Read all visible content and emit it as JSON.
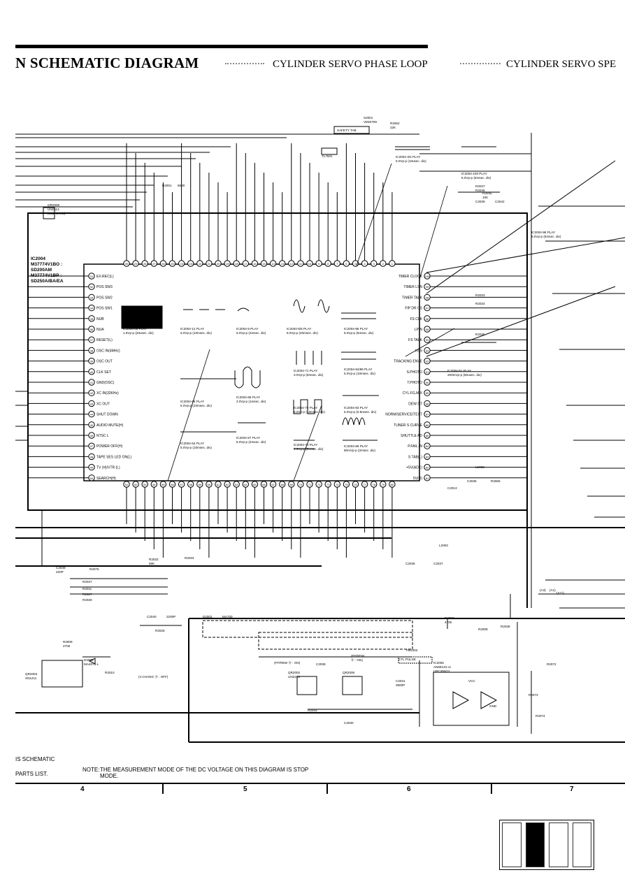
{
  "header": {
    "title": "N SCHEMATIC DIAGRAM",
    "subtitle_1": "CYLINDER SERVO PHASE LOOP",
    "subtitle_2": "CYLINDER SERVO SPE"
  },
  "ic_main": {
    "ref": "IC2004",
    "parts": [
      "M37774V1BO :",
      "SD200AM",
      "M37774V1BP :",
      "SD250A/BA/EA"
    ]
  },
  "left_pins": [
    {
      "n": "31",
      "label": "EX.REC(L)"
    },
    {
      "n": "32",
      "label": "POS SW3"
    },
    {
      "n": "33",
      "label": "POS SW2"
    },
    {
      "n": "34",
      "label": "POS SW1"
    },
    {
      "n": "35",
      "label": "NUB"
    },
    {
      "n": "36",
      "label": "NUA"
    },
    {
      "n": "37",
      "label": "RESET(L)"
    },
    {
      "n": "38",
      "label": "OSC IN(4MHz)"
    },
    {
      "n": "39",
      "label": "OSC OUT"
    },
    {
      "n": "40",
      "label": "CLK SET"
    },
    {
      "n": "41",
      "label": "GND(OSC)"
    },
    {
      "n": "42",
      "label": "XC IN(32KHz)"
    },
    {
      "n": "43",
      "label": "XC OUT"
    },
    {
      "n": "44",
      "label": "SHUT DOWN"
    },
    {
      "n": "45",
      "label": "AUDIO MUTE(H)"
    },
    {
      "n": "46",
      "label": "NTSC L"
    },
    {
      "n": "47",
      "label": "POWER OFF(H)"
    },
    {
      "n": "48",
      "label": "TAPE SES LED ON(L)"
    },
    {
      "n": "49",
      "label": "TV (H)/VTR (L)"
    },
    {
      "n": "50",
      "label": "SEARCH(H)"
    }
  ],
  "right_pins": [
    {
      "n": "100",
      "label": "TIMER CLOCK"
    },
    {
      "n": "99",
      "label": "TIMER LSN"
    },
    {
      "n": "98",
      "label": "TIMER TALK"
    },
    {
      "n": "97",
      "label": "FIP DR CS"
    },
    {
      "n": "96",
      "label": "FS CLK"
    },
    {
      "n": "95",
      "label": "LPIN"
    },
    {
      "n": "94",
      "label": "FS TALK"
    },
    {
      "n": "93",
      "label": "HSS"
    },
    {
      "n": "92",
      "label": "TRACKING ENVE"
    },
    {
      "n": "91",
      "label": "S.PHOTO"
    },
    {
      "n": "90",
      "label": "T.PHOTO"
    },
    {
      "n": "89",
      "label": "CYL.FG.MIX"
    },
    {
      "n": "88",
      "label": "DEW DT"
    },
    {
      "n": "87",
      "label": "NORM/SERVICE/TEST"
    },
    {
      "n": "86",
      "label": "TUNER S CURVE"
    },
    {
      "n": "85",
      "label": "SHUTTLE AD"
    },
    {
      "n": "84",
      "label": "P.FAIL.IN"
    },
    {
      "n": "83",
      "label": "S TAB(L)"
    },
    {
      "n": "82",
      "label": "+5V(ADC)"
    },
    {
      "n": "81",
      "label": "5V(D)"
    }
  ],
  "top_pins": [
    "30",
    "29",
    "28",
    "27",
    "26",
    "25",
    "24",
    "23",
    "22",
    "21",
    "20",
    "19",
    "18",
    "17",
    "16",
    "15",
    "14",
    "13",
    "12",
    "11",
    "10",
    "9",
    "8",
    "7",
    "6",
    "5",
    "4",
    "3",
    "2",
    "1"
  ],
  "bottom_pins": [
    "51",
    "52",
    "53",
    "54",
    "55",
    "56",
    "57",
    "58",
    "59",
    "60",
    "61",
    "62",
    "63",
    "64",
    "65",
    "66",
    "67",
    "68",
    "69",
    "70",
    "71",
    "72",
    "73",
    "74",
    "75",
    "76",
    "77",
    "78",
    "79",
    "80"
  ],
  "scope_notes": [
    {
      "id": "w1",
      "l1": "IC2004-3/4 PLAY",
      "l2": "5.0Vp-p (10usec. div)"
    },
    {
      "id": "w2",
      "l1": "IC2004-100 PLAY",
      "l2": "5.0Vp-p (5msec. div)"
    },
    {
      "id": "w3",
      "l1": "IC2004-98 PLAY",
      "l2": "5.0Vp-p (5msec. div)"
    },
    {
      "id": "w4",
      "l1": "IC2004-38 PLAY",
      "l2": "1.6Vp-p (20usec. div)"
    },
    {
      "id": "w5",
      "l1": "IC2004-12 PLAY",
      "l2": "5.0Vp-p (10msec. div)"
    },
    {
      "id": "w6",
      "l1": "IC2004-5 PLAY",
      "l2": "5.0Vp-p (2msec. div)"
    },
    {
      "id": "w7",
      "l1": "IC2004-5/6 PLAY",
      "l2": "8.0Vp-p (20msec. div)"
    },
    {
      "id": "w8",
      "l1": "IC2004-96 PLAY",
      "l2": "5.0Vp-p (5msec. div)"
    },
    {
      "id": "w9",
      "l1": "IC2004-71 PLAY",
      "l2": "3.0Vp-p (5msec. div)"
    },
    {
      "id": "w10",
      "l1": "IC2004-94/96 PLAY",
      "l2": "5.0Vp-p (10msec. div)"
    },
    {
      "id": "w11",
      "l1": "IC2004-91 PLAY",
      "l2": "200mVp-p (50usec. div)"
    },
    {
      "id": "w12",
      "l1": "IC2004-66 PLAY",
      "l2": "5.0Vp-p (10msec. div)"
    },
    {
      "id": "w13",
      "l1": "IC2004-68 PLAY",
      "l2": "2.0Vp-p (1msec. div)"
    },
    {
      "id": "w14",
      "l1": "IC2004-72 PLAY",
      "l2": "3.0Vp-p (10msec. div)"
    },
    {
      "id": "w15",
      "l1": "IC2004-83 PLAY",
      "l2": "5.0Vp-p (0.5msec. div)"
    },
    {
      "id": "w16",
      "l1": "IC2004-54 PLAY",
      "l2": "5.0Vp-p (10msec. div)"
    },
    {
      "id": "w17",
      "l1": "IC2004-67 PLAY",
      "l2": "5.0Vp-p (2msec. div)"
    },
    {
      "id": "w18",
      "l1": "IC2004-70 PLAY",
      "l2": "3.5Vp-p (5msec. div)"
    },
    {
      "id": "w19",
      "l1": "IC2004-86 PLAY",
      "l2": "80mVp-p (2msec. div)"
    }
  ],
  "components": [
    {
      "id": "c1",
      "label": "S2001"
    },
    {
      "id": "c2",
      "label": "VE50709"
    },
    {
      "id": "c3",
      "label": "SAFETY TAB"
    },
    {
      "id": "c4",
      "label": "R2062"
    },
    {
      "id": "c5",
      "label": "22K"
    },
    {
      "id": "c6",
      "label": "QR2005"
    },
    {
      "id": "c7",
      "label": "UN2113"
    },
    {
      "id": "c8",
      "label": "(CUL CTRL)"
    },
    {
      "id": "c9",
      "label": "R2001"
    },
    {
      "id": "c10",
      "label": "5600"
    },
    {
      "id": "c11",
      "label": "TL7501"
    },
    {
      "id": "c12",
      "label": "R2045"
    },
    {
      "id": "c13",
      "label": "10K"
    },
    {
      "id": "c14",
      "label": "R2047"
    },
    {
      "id": "c15",
      "label": "R2046"
    },
    {
      "id": "c16",
      "label": "C2039"
    },
    {
      "id": "c17",
      "label": "C2042"
    },
    {
      "id": "c18",
      "label": "R2033"
    },
    {
      "id": "c19",
      "label": "R2034"
    },
    {
      "id": "c20",
      "label": "R2035"
    },
    {
      "id": "c21",
      "label": "L2002"
    },
    {
      "id": "c22",
      "label": "C2013"
    },
    {
      "id": "c23",
      "label": "C2035"
    },
    {
      "id": "c24",
      "label": "R2065"
    },
    {
      "id": "c25",
      "label": "L2003"
    },
    {
      "id": "c26",
      "label": "C2036"
    },
    {
      "id": "c27",
      "label": "C2037"
    },
    {
      "id": "c28",
      "label": "R2032"
    },
    {
      "id": "c29",
      "label": "56K"
    },
    {
      "id": "c30",
      "label": "R2034"
    },
    {
      "id": "c31",
      "label": "C2049"
    },
    {
      "id": "c32",
      "label": "220P"
    },
    {
      "id": "c33",
      "label": "R2075"
    },
    {
      "id": "c34",
      "label": "R2037"
    },
    {
      "id": "c35",
      "label": "R2011"
    },
    {
      "id": "c36",
      "label": "R2027"
    },
    {
      "id": "c37",
      "label": "R2028"
    },
    {
      "id": "c38",
      "label": "C2040"
    },
    {
      "id": "c39",
      "label": "2200P"
    },
    {
      "id": "c40",
      "label": "R2025"
    },
    {
      "id": "c41",
      "label": "D2002"
    },
    {
      "id": "c42",
      "label": "MA700"
    },
    {
      "id": "c43",
      "label": "R2009"
    },
    {
      "id": "c44",
      "label": "2700"
    },
    {
      "id": "c45",
      "label": "D2005"
    },
    {
      "id": "c46",
      "label": "MA4075-L"
    },
    {
      "id": "c47",
      "label": "QR2003"
    },
    {
      "id": "c48",
      "label": "XN1211"
    },
    {
      "id": "c49",
      "label": "R2010"
    },
    {
      "id": "c50",
      "label": "QR2002"
    },
    {
      "id": "c51",
      "label": "UN2213"
    },
    {
      "id": "c52",
      "label": "QR2006"
    },
    {
      "id": "c53",
      "label": "C2038"
    },
    {
      "id": "c54",
      "label": "C2031"
    },
    {
      "id": "c55",
      "label": "3900P"
    },
    {
      "id": "c56",
      "label": "R2043"
    },
    {
      "id": "c57",
      "label": "C2030"
    },
    {
      "id": "c58",
      "label": "R2007"
    },
    {
      "id": "c59",
      "label": "4700"
    },
    {
      "id": "c60",
      "label": "R2008"
    },
    {
      "id": "c61",
      "label": "R2038"
    },
    {
      "id": "c62",
      "label": "TW2002"
    },
    {
      "id": "c63",
      "label": "CTL PULSE"
    },
    {
      "id": "c64",
      "label": "IC2005"
    },
    {
      "id": "c65",
      "label": "AN6914S or"
    },
    {
      "id": "c66",
      "label": "UPC393G2"
    },
    {
      "id": "c67",
      "label": "R2072"
    },
    {
      "id": "c68",
      "label": "R2073"
    },
    {
      "id": "c69",
      "label": "R2074"
    },
    {
      "id": "c70",
      "label": "VCC"
    },
    {
      "id": "c71",
      "label": "GND"
    },
    {
      "id": "c72",
      "label": "(FF/REW Ⓢ : ON)"
    },
    {
      "id": "c73",
      "label": "(FF/REW"
    },
    {
      "id": "c74",
      "label": "Ⓢ : ON)"
    },
    {
      "id": "c75",
      "label": "(V.CHANG Ⓢ : OFF)"
    },
    {
      "id": "c76",
      "label": "(A3)"
    },
    {
      "id": "c77",
      "label": "(A1)"
    },
    {
      "id": "c78",
      "label": "(A11)"
    }
  ],
  "footer": {
    "note_a": "IS SCHEMATIC",
    "note_b": "PARTS LIST.",
    "note_prefix": "NOTE:",
    "note_line1": "THE MEASUREMENT MODE OF THE DC VOLTAGE ON THIS DIAGRAM IS STOP",
    "note_line2": "MODE.",
    "col_numbers": [
      "4",
      "5",
      "6",
      "7"
    ]
  }
}
